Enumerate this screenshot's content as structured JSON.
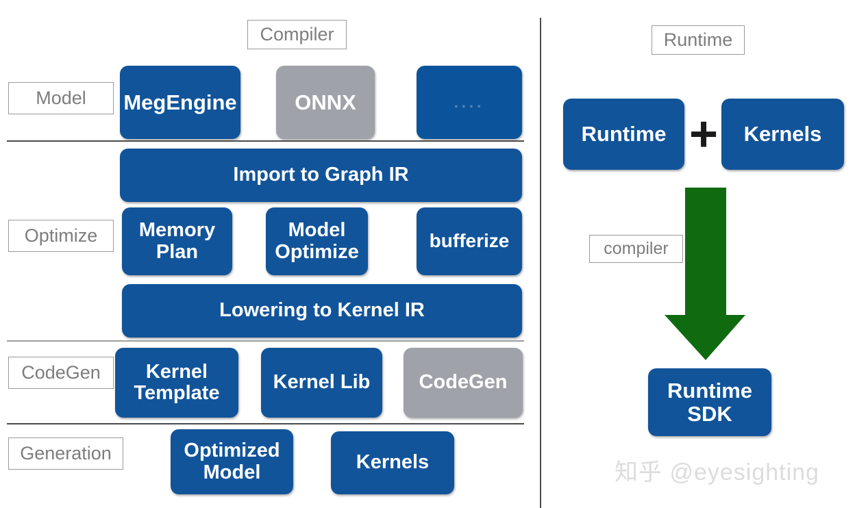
{
  "diagram": {
    "title_left": "Compiler",
    "title_right": "Runtime",
    "watermark": "知乎 @eyesighting",
    "colors": {
      "blue": "#11549a",
      "blue_alt": "#0b549b",
      "gray": "#9fa2a8",
      "green": "#106b10",
      "label_text": "#7d7d7d",
      "divider": "#4a4a4a"
    }
  },
  "left_panel": {
    "stage_labels": [
      {
        "label": "Model"
      },
      {
        "label": "Optimize"
      },
      {
        "label": "CodeGen"
      },
      {
        "label": "Generation"
      }
    ],
    "rows": {
      "model": [
        {
          "label": "MegEngine",
          "style": "blue"
        },
        {
          "label": "ONNX",
          "style": "gray"
        },
        {
          "label": "....",
          "style": "blue_alt"
        }
      ],
      "import": [
        {
          "label": "Import to Graph IR",
          "style": "blue"
        }
      ],
      "optimize": [
        {
          "label": "Memory Plan",
          "style": "blue"
        },
        {
          "label": "Model Optimize",
          "style": "blue"
        },
        {
          "label": "bufferize",
          "style": "blue"
        }
      ],
      "lowering": [
        {
          "label": "Lowering to Kernel IR",
          "style": "blue"
        }
      ],
      "codegen": [
        {
          "label": "Kernel Template",
          "style": "blue"
        },
        {
          "label": "Kernel Lib",
          "style": "blue"
        },
        {
          "label": "CodeGen",
          "style": "gray"
        }
      ],
      "generation": [
        {
          "label": "Optimized Model",
          "style": "blue"
        },
        {
          "label": "Kernels",
          "style": "blue"
        }
      ]
    }
  },
  "right_panel": {
    "runtime_box": "Runtime",
    "operator": "+",
    "kernels_box": "Kernels",
    "compiler_label": "compiler",
    "output_box": "Runtime SDK"
  }
}
